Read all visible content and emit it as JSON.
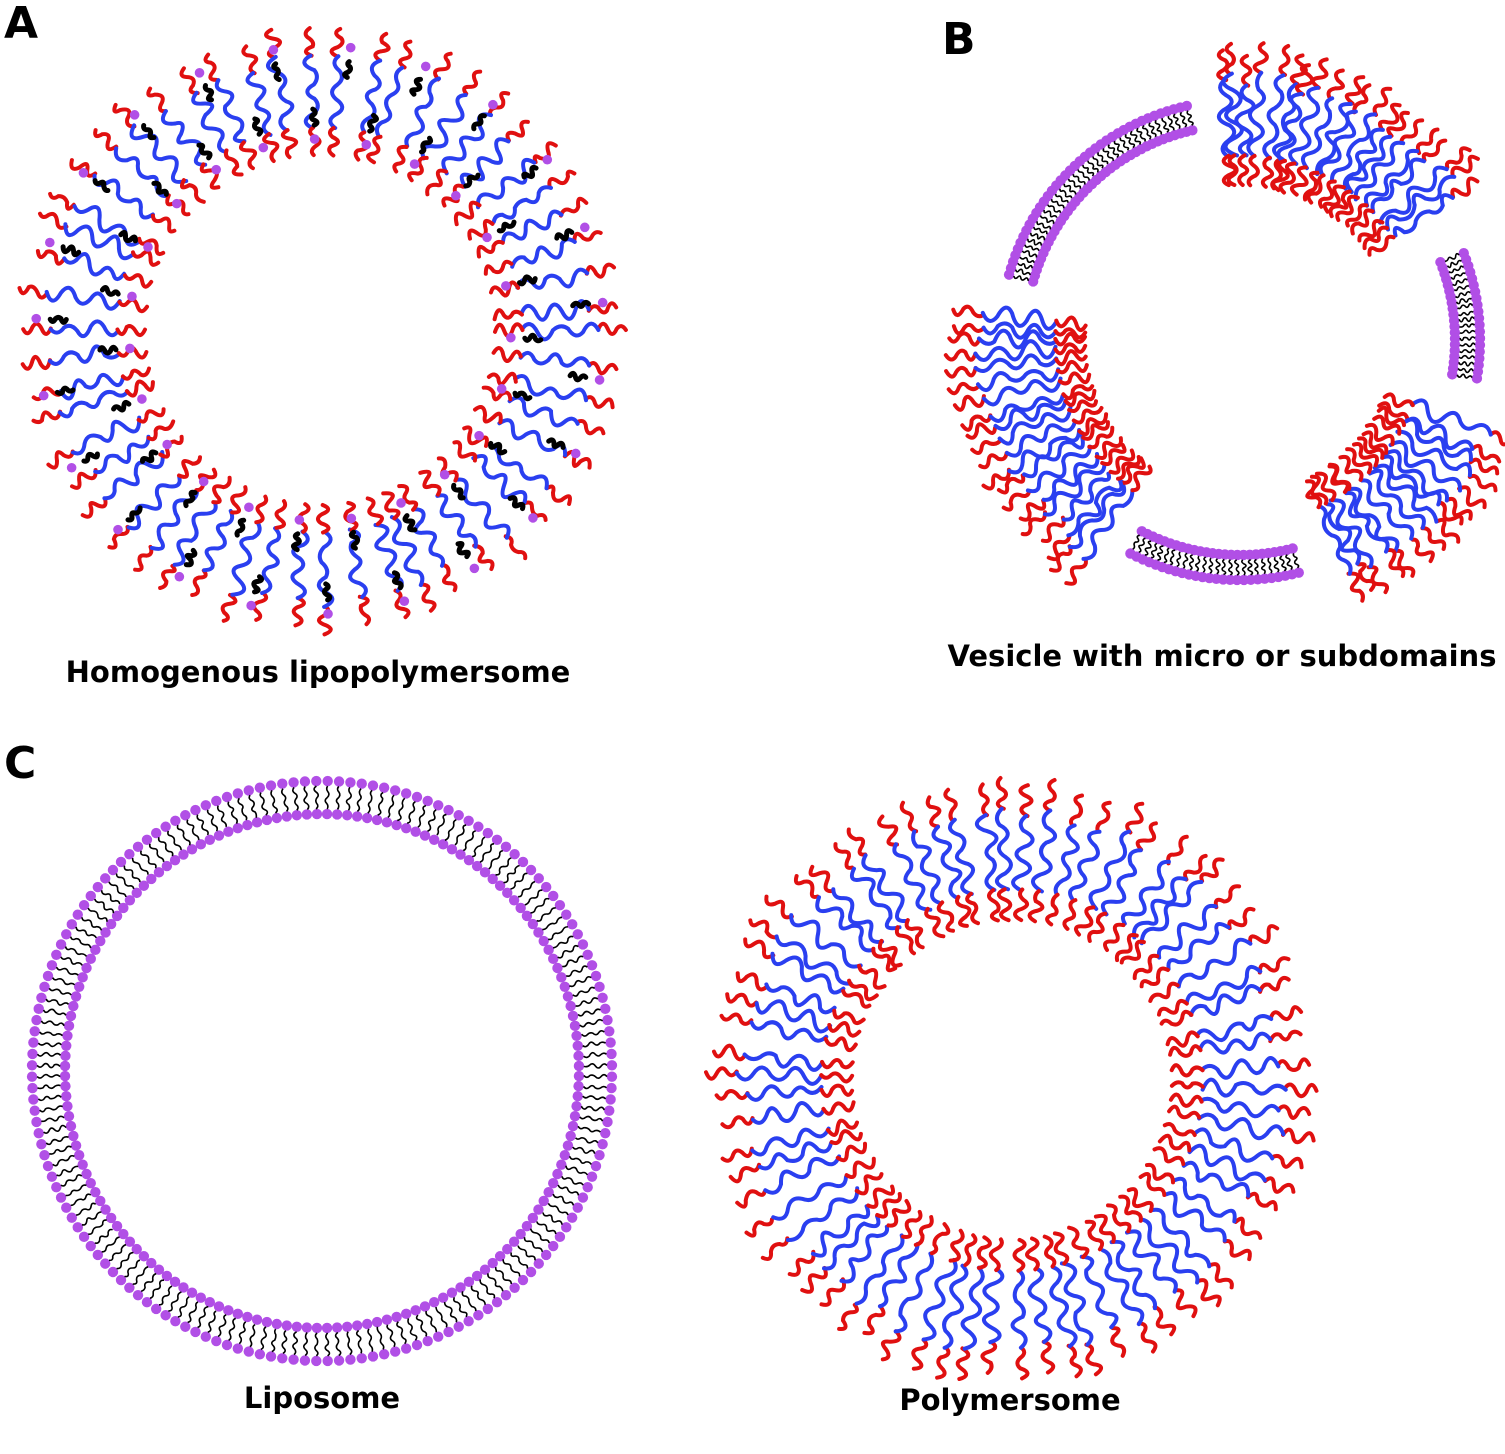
{
  "panels": {
    "a": {
      "letter": "A",
      "caption": "Homogenous lipopolymersome"
    },
    "b": {
      "letter": "B",
      "caption": "Vesicle with micro or subdomains"
    },
    "c": {
      "letter": "C"
    },
    "liposome": {
      "caption": "Liposome"
    },
    "polymersome": {
      "caption": "Polymersome"
    }
  },
  "colors": {
    "hydrophilic_block": "#e01010",
    "hydrophobic_block": "#2a3ff0",
    "lipid_headgroup": "#b14fe6",
    "lipid_tail": "#000000",
    "background": "#ffffff"
  }
}
